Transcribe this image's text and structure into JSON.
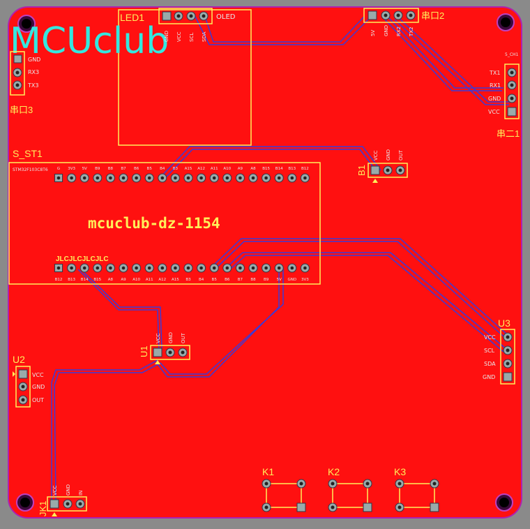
{
  "board": {
    "logo": "MCUclub",
    "main_label": "mcuclub-dz-1154",
    "colors": {
      "copper": "#ff1010",
      "silk": "#ffef5a",
      "trace": "#3a3ad8",
      "logo": "#33e8e0",
      "background": "#8a8a8a"
    }
  },
  "components": {
    "led1": {
      "ref": "LED1",
      "name": "OLED",
      "pins": [
        "GND",
        "VCC",
        "SCL",
        "SDA"
      ]
    },
    "uart2": {
      "ref": "串口2",
      "pins": [
        "5V",
        "GND",
        "RX2",
        "TX2"
      ]
    },
    "uart3": {
      "ref": "串口3",
      "pins": [
        "GND",
        "RX3",
        "TX3"
      ]
    },
    "uart1": {
      "ref": "串二1",
      "pins": [
        "TX1",
        "RX1",
        "GND",
        "VCC"
      ],
      "header": "5_CH1"
    },
    "sst1": {
      "ref": "S_ST1",
      "silk_top": "STM32F103C8T6",
      "silk_bottom": "JLCJLCJLCJLC",
      "top_pins": [
        "G",
        "3V3",
        "5V",
        "B9",
        "B8",
        "B7",
        "B6",
        "B5",
        "B4",
        "B3",
        "A15",
        "A12",
        "A11",
        "A10",
        "A9",
        "A8",
        "B15",
        "B14",
        "B13",
        "B12"
      ],
      "bot_pins": [
        "B12",
        "B13",
        "B14",
        "B15",
        "A8",
        "A9",
        "A10",
        "A11",
        "A12",
        "A15",
        "B3",
        "B4",
        "B5",
        "B6",
        "B7",
        "B8",
        "B9",
        "5V",
        "GND",
        "3V3"
      ]
    },
    "b1": {
      "ref": "B1",
      "pins": [
        "VCC",
        "GND",
        "OUT"
      ]
    },
    "u1": {
      "ref": "U1",
      "pins": [
        "VCC",
        "GND",
        "OUT"
      ]
    },
    "u2": {
      "ref": "U2",
      "pins": [
        "VCC",
        "GND",
        "OUT"
      ]
    },
    "u3": {
      "ref": "U3",
      "pins": [
        "VCC",
        "SCL",
        "SDA",
        "GND"
      ]
    },
    "jk1": {
      "ref": "JK1",
      "pins": [
        "VCC",
        "GND",
        "IN"
      ]
    },
    "k1": {
      "ref": "K1"
    },
    "k2": {
      "ref": "K2"
    },
    "k3": {
      "ref": "K3"
    }
  }
}
